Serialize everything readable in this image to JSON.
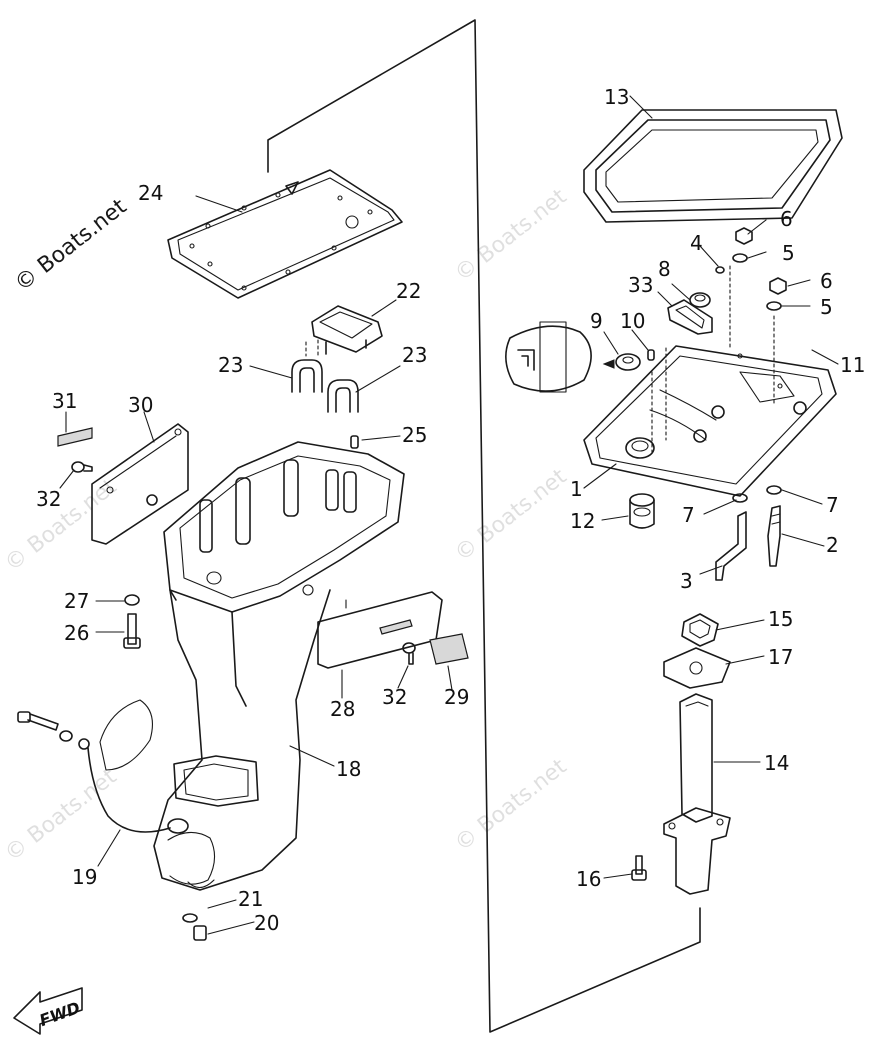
{
  "watermarks": [
    "© Boats.net",
    "© Boats.net",
    "© Boats.net",
    "© Boats.net",
    "© Boats.net",
    "© Boats.net"
  ],
  "fwd_label": "FWD",
  "callouts": [
    "24",
    "22",
    "23",
    "23",
    "25",
    "31",
    "30",
    "32",
    "27",
    "26",
    "28",
    "32",
    "29",
    "18",
    "19",
    "21",
    "20",
    "13",
    "6",
    "5",
    "6",
    "5",
    "4",
    "8",
    "33",
    "9",
    "10",
    "11",
    "1",
    "12",
    "7",
    "7",
    "2",
    "3",
    "15",
    "17",
    "14",
    "16"
  ]
}
